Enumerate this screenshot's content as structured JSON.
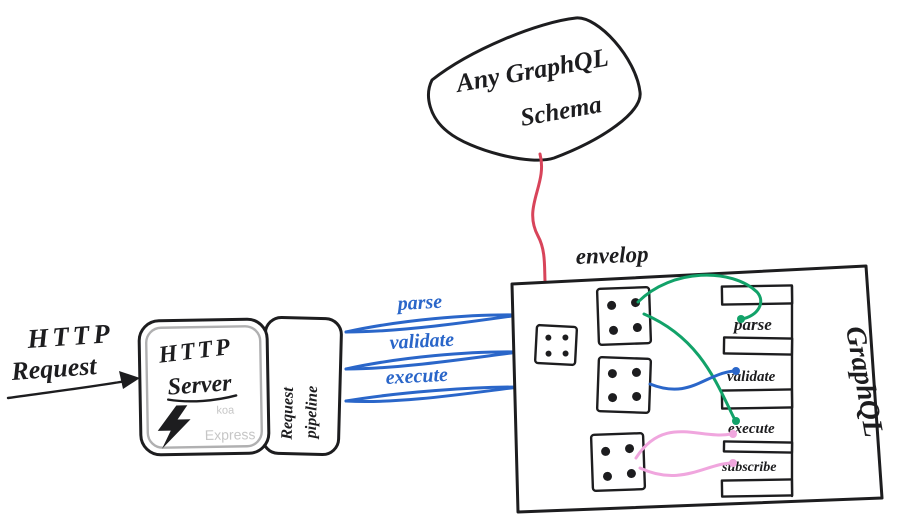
{
  "colors": {
    "ink": "#1d1d1f",
    "blue": "#2a66c9",
    "red": "#d8445a",
    "green": "#12a269",
    "pink": "#f0a6de",
    "gray": "#c6c6c6",
    "koa_gray": "#d4d4d4"
  },
  "schema_cloud": {
    "line1": "Any GraphQL",
    "line2": "Schema"
  },
  "http_request": {
    "line1": "HTTP",
    "line2": "Request"
  },
  "server": {
    "line1": "HTTP",
    "line2": "Server",
    "koa": "koa",
    "express": "Express"
  },
  "pipeline": {
    "word1": "Request",
    "word2": "pipeline"
  },
  "calls": [
    {
      "label": "parse"
    },
    {
      "label": "validate"
    },
    {
      "label": "execute"
    }
  ],
  "envelop_label": "envelop",
  "slots": [
    {
      "label": "parse"
    },
    {
      "label": "validate"
    },
    {
      "label": "execute"
    },
    {
      "label": "subscribe"
    }
  ],
  "graphql_label": "GraphQL"
}
